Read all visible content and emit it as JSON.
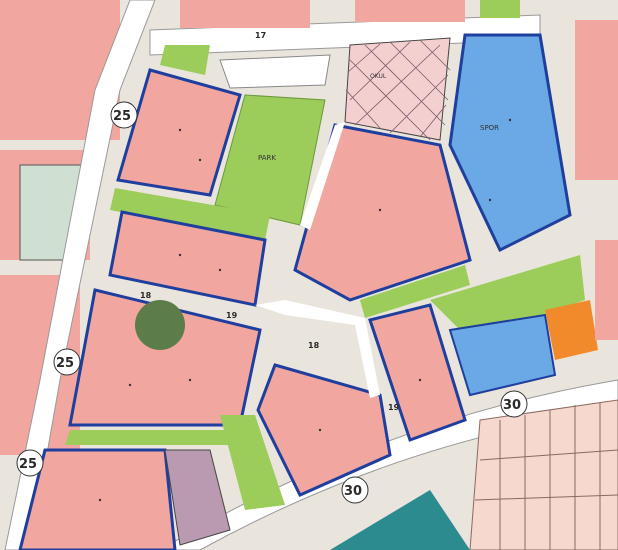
{
  "map": {
    "road_labels": [
      {
        "id": "road-25-top",
        "text": "25"
      },
      {
        "id": "road-25-mid",
        "text": "25"
      },
      {
        "id": "road-25-low",
        "text": "25"
      },
      {
        "id": "road-30-right",
        "text": "30"
      },
      {
        "id": "road-30-bottom",
        "text": "30"
      },
      {
        "id": "road-17",
        "text": "17"
      },
      {
        "id": "road-18a",
        "text": "18"
      },
      {
        "id": "road-18b",
        "text": "18"
      },
      {
        "id": "road-19a",
        "text": "19"
      },
      {
        "id": "road-19b",
        "text": "19"
      }
    ],
    "zone_labels": {
      "park": "PARK",
      "sports": "SPOR",
      "school": "OKUL"
    },
    "colors": {
      "residential": "#f2a6a0",
      "park": "#9ccc5a",
      "sports": "#6aa8e6",
      "road": "#ffffff",
      "boundary": "#1f3f9e",
      "background": "#e9e4dc",
      "orange": "#f08a2a",
      "grey_zone": "#cfe0d2"
    }
  }
}
